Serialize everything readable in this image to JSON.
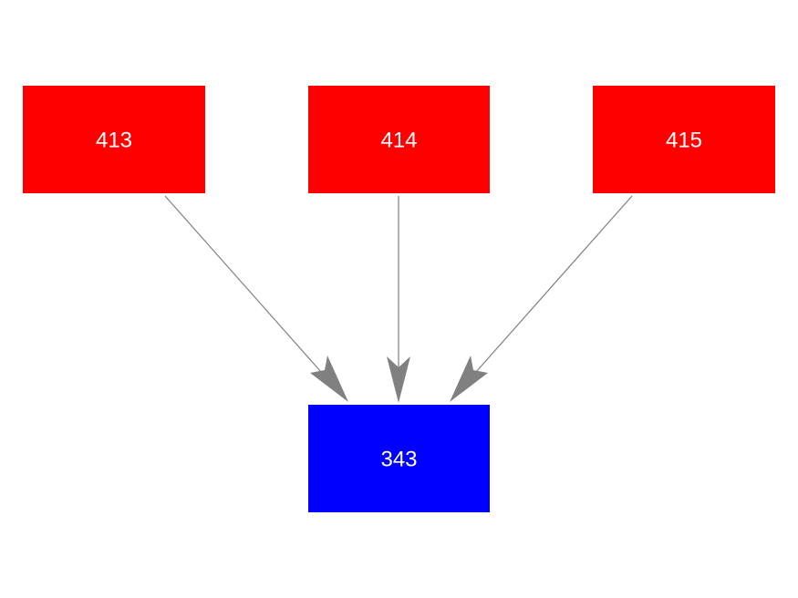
{
  "diagram": {
    "nodes": [
      {
        "id": "n413",
        "label": "413",
        "color": "#ff0000"
      },
      {
        "id": "n414",
        "label": "414",
        "color": "#ff0000"
      },
      {
        "id": "n415",
        "label": "415",
        "color": "#ff0000"
      },
      {
        "id": "n343",
        "label": "343",
        "color": "#0000ff"
      }
    ],
    "edges": [
      {
        "from": "n413",
        "to": "n343"
      },
      {
        "from": "n414",
        "to": "n343"
      },
      {
        "from": "n415",
        "to": "n343"
      }
    ],
    "edge_color": "#808080"
  }
}
